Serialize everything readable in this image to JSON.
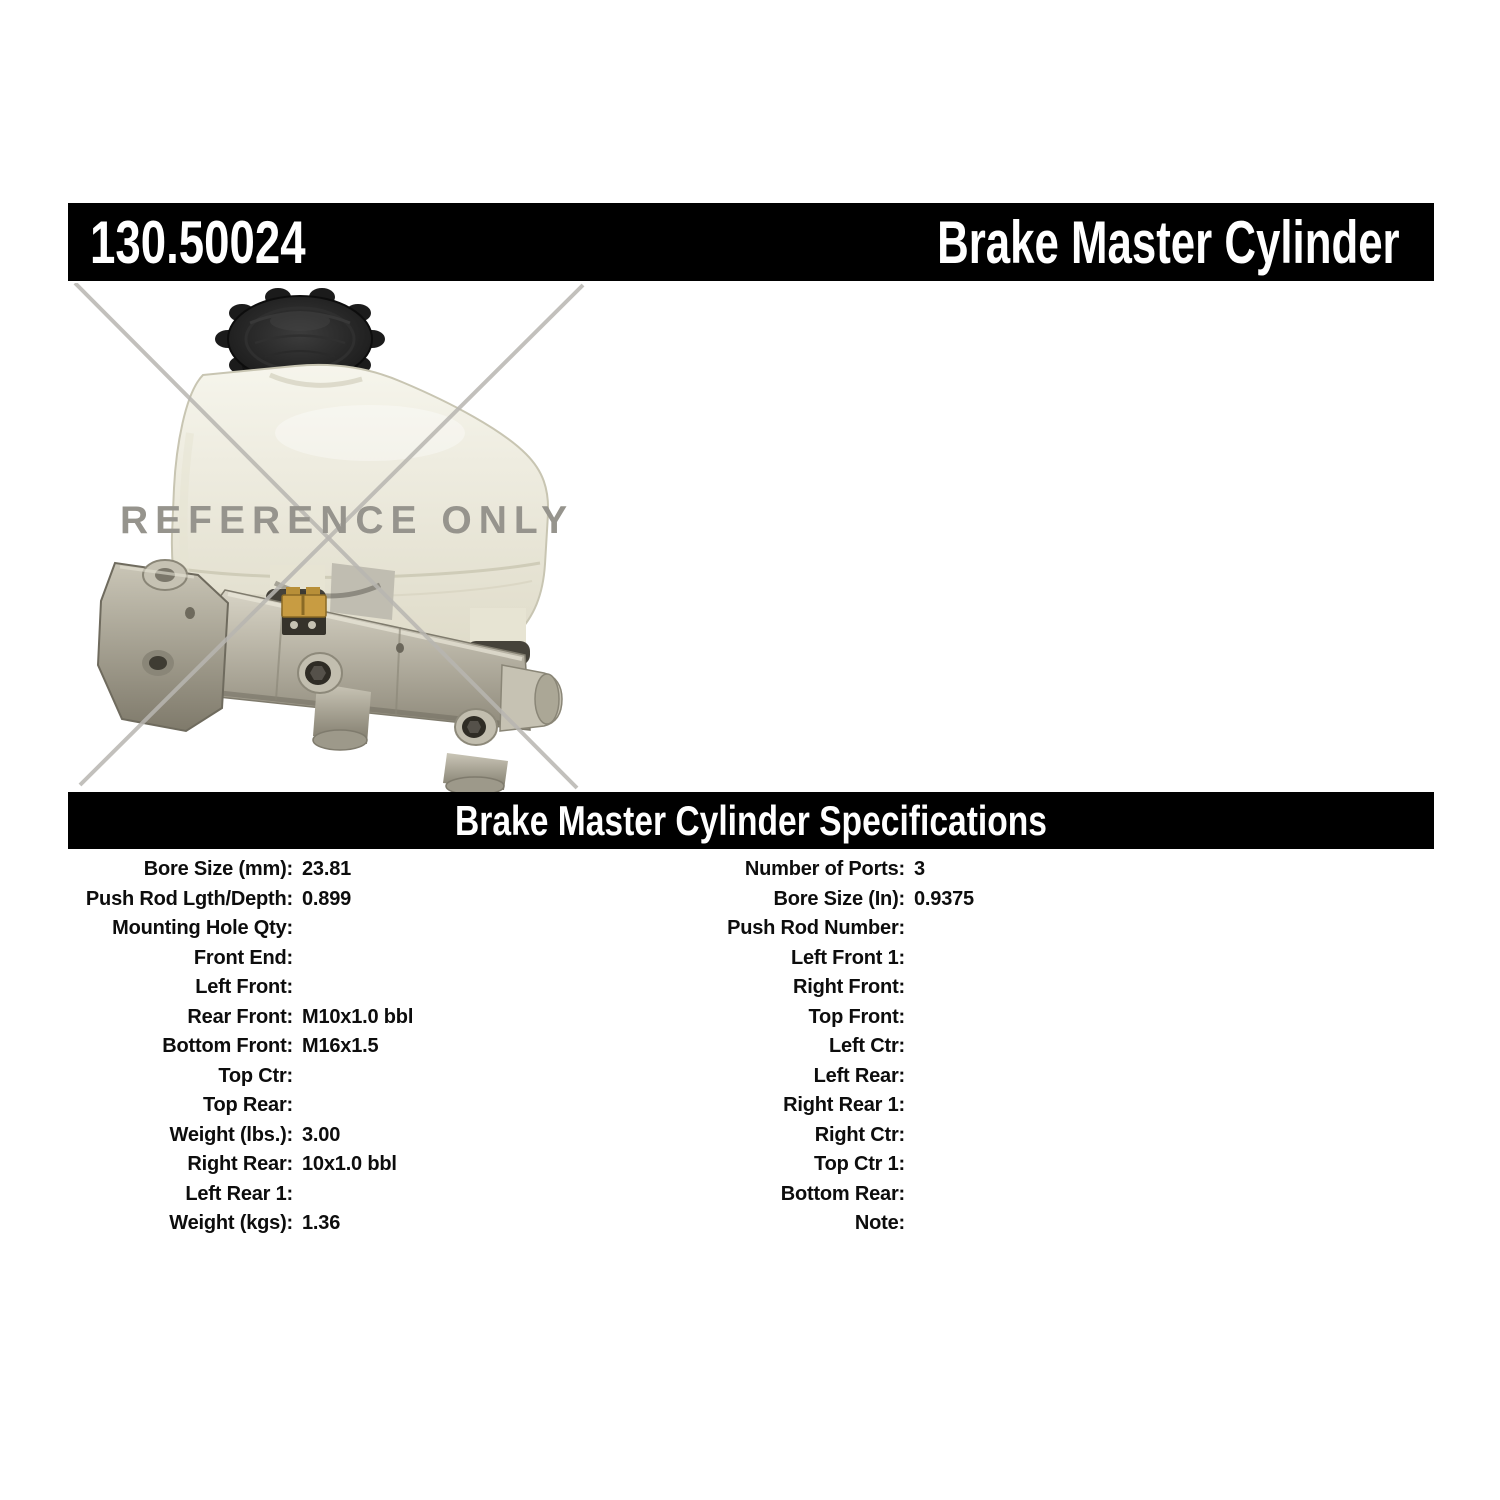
{
  "header": {
    "part_number": "130.50024",
    "product_name": "Brake Master Cylinder"
  },
  "photo": {
    "watermark": "REFERENCE ONLY",
    "subject": "brake master cylinder with reservoir and cap"
  },
  "specs": {
    "title": "Brake Master Cylinder Specifications",
    "left": [
      {
        "label": "Bore Size (mm):",
        "value": "23.81"
      },
      {
        "label": "Push Rod Lgth/Depth:",
        "value": "0.899"
      },
      {
        "label": "Mounting Hole Qty:",
        "value": ""
      },
      {
        "label": "Front End:",
        "value": ""
      },
      {
        "label": "Left Front:",
        "value": ""
      },
      {
        "label": "Rear Front:",
        "value": "M10x1.0 bbl"
      },
      {
        "label": "Bottom Front:",
        "value": "M16x1.5"
      },
      {
        "label": "Top Ctr:",
        "value": ""
      },
      {
        "label": "Top Rear:",
        "value": ""
      },
      {
        "label": "Weight (lbs.):",
        "value": "3.00"
      },
      {
        "label": "Right Rear:",
        "value": "10x1.0 bbl"
      },
      {
        "label": "Left Rear 1:",
        "value": ""
      },
      {
        "label": "Weight (kgs):",
        "value": "1.36"
      }
    ],
    "right": [
      {
        "label": "Number of Ports:",
        "value": "3"
      },
      {
        "label": "Bore Size (In):",
        "value": "0.9375"
      },
      {
        "label": "Push Rod Number:",
        "value": ""
      },
      {
        "label": "Left Front 1:",
        "value": ""
      },
      {
        "label": "Right Front:",
        "value": ""
      },
      {
        "label": "Top Front:",
        "value": ""
      },
      {
        "label": "Left Ctr:",
        "value": ""
      },
      {
        "label": "Left Rear:",
        "value": ""
      },
      {
        "label": "Right Rear 1:",
        "value": ""
      },
      {
        "label": "Right Ctr:",
        "value": ""
      },
      {
        "label": "Top Ctr 1:",
        "value": ""
      },
      {
        "label": "Bottom Rear:",
        "value": ""
      },
      {
        "label": "Note:",
        "value": ""
      }
    ],
    "colors": {
      "bar_bg": "#000000",
      "bar_text": "#ffffff",
      "spec_text": "#0d0d0d",
      "watermark_gray": "#96948d"
    }
  }
}
